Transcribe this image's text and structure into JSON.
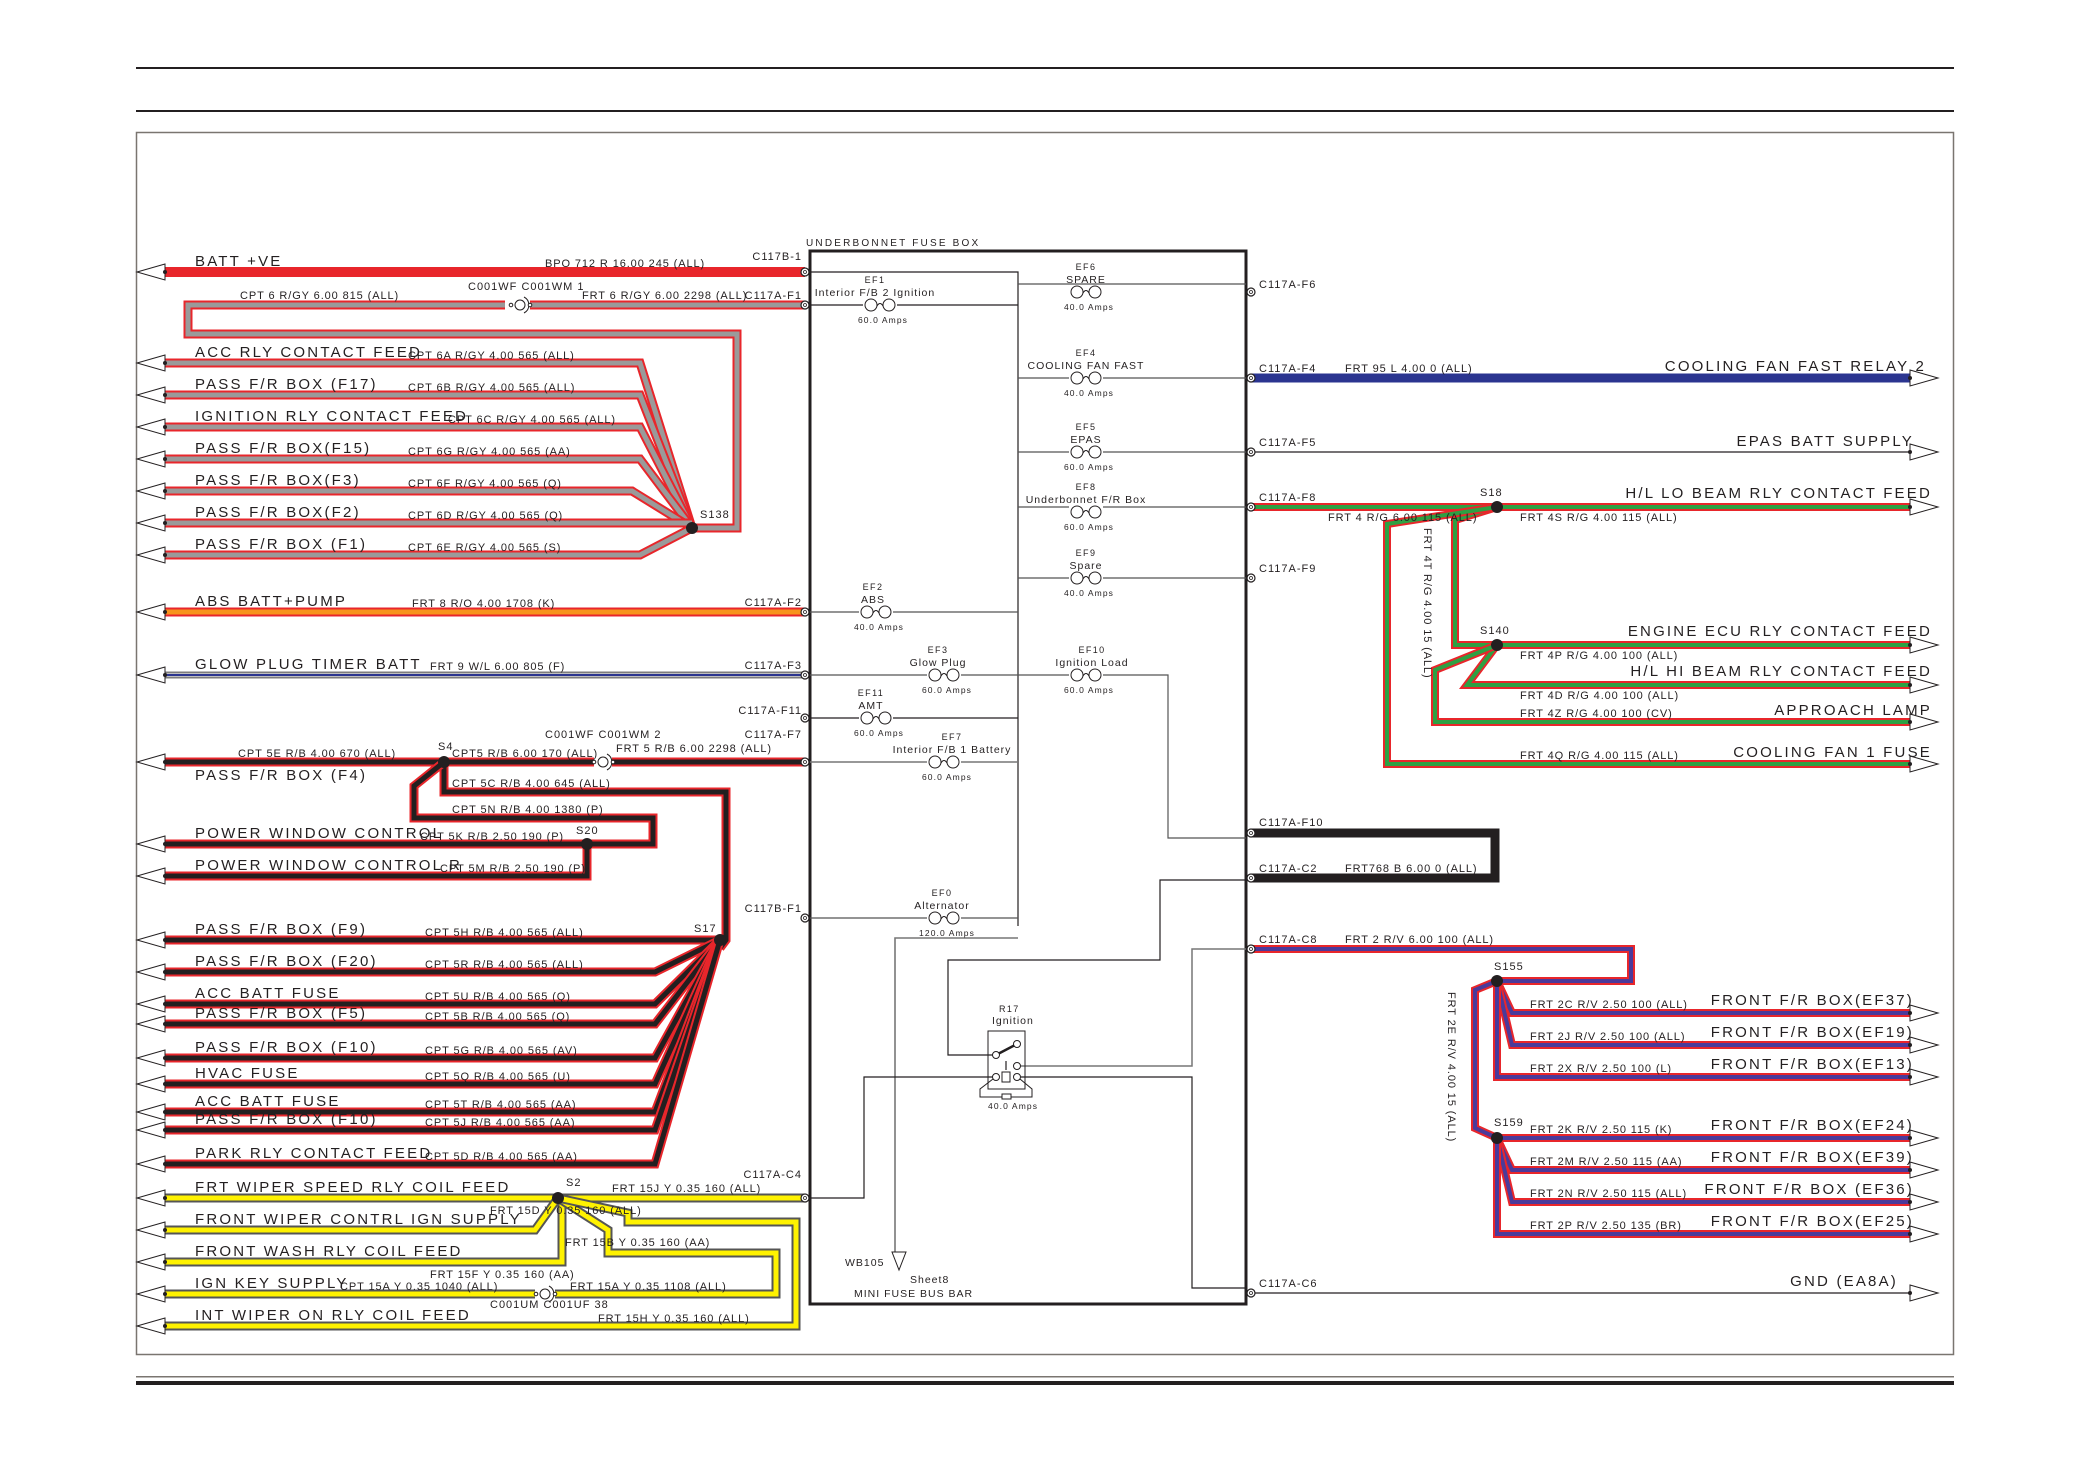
{
  "page": {
    "box_title": "UNDERBONNET FUSE BOX",
    "bus_bar": {
      "ref": "WB105",
      "sheet": "Sheet8",
      "label": "MINI FUSE BUS BAR"
    }
  },
  "colors": {
    "red": "#e8262b",
    "grey": "#9a9a9a",
    "black": "#231f20",
    "blue": "#2b3590",
    "green": "#2ea043",
    "orange": "#f7941d",
    "yellow": "#fff200",
    "violet": "#4b3a9a"
  },
  "fuses": [
    {
      "id": "EF1",
      "name": "Interior F/B 2 Ignition",
      "rating": "60.0 Amps"
    },
    {
      "id": "EF6",
      "name": "SPARE",
      "rating": "40.0 Amps"
    },
    {
      "id": "EF4",
      "name": "COOLING FAN FAST",
      "rating": "40.0 Amps"
    },
    {
      "id": "EF5",
      "name": "EPAS",
      "rating": "60.0 Amps"
    },
    {
      "id": "EF8",
      "name": "Underbonnet F/R Box",
      "rating": "60.0 Amps"
    },
    {
      "id": "EF9",
      "name": "Spare",
      "rating": "40.0 Amps"
    },
    {
      "id": "EF2",
      "name": "ABS",
      "rating": "40.0 Amps"
    },
    {
      "id": "EF3",
      "name": "Glow Plug",
      "rating": "60.0 Amps"
    },
    {
      "id": "EF10",
      "name": "Ignition Load",
      "rating": "60.0 Amps"
    },
    {
      "id": "EF11",
      "name": "AMT",
      "rating": "60.0 Amps"
    },
    {
      "id": "EF7",
      "name": "Interior F/B 1 Battery",
      "rating": "60.0 Amps"
    },
    {
      "id": "EF0",
      "name": "Alternator",
      "rating": "120.0 Amps"
    }
  ],
  "relay": {
    "id": "R17",
    "name": "Ignition",
    "rating": "40.0 Amps"
  },
  "connectors_left": [
    "C117B-1",
    "C117A-F1",
    "C117A-F2",
    "C117A-F3",
    "C117A-F11",
    "C117A-F7",
    "C117B-F1",
    "C117A-C4"
  ],
  "connectors_right": [
    "C117A-F6",
    "C117A-F4",
    "C117A-F5",
    "C117A-F8",
    "C117A-F9",
    "C117A-F10",
    "C117A-C2",
    "C117A-C8",
    "C117A-C6"
  ],
  "inline_connectors": [
    "C001WF C001WM 1",
    "C001WF C001WM 2",
    "C001UM C001UF 38"
  ],
  "splices": [
    "S138",
    "S4",
    "S20",
    "S17",
    "S2",
    "S18",
    "S140",
    "S155",
    "S159"
  ],
  "left_wires": {
    "batt": {
      "dest": "BATT +VE",
      "code": "BPO 712 R 16.00 245 (ALL)"
    },
    "f1_left": {
      "code": "CPT 6 R/GY 6.00 815 (ALL)"
    },
    "f1_right": {
      "code": "FRT 6 R/GY 6.00 2298 (ALL)"
    },
    "s138": [
      {
        "dest": "ACC RLY CONTACT FEED",
        "code": "CPT 6A R/GY 4.00 565 (ALL)"
      },
      {
        "dest": "PASS F/R BOX (F17)",
        "code": "CPT 6B R/GY 4.00 565 (ALL)"
      },
      {
        "dest": "IGNITION RLY CONTACT FEED",
        "code": "CPT 6C R/GY 4.00 565 (ALL)"
      },
      {
        "dest": "PASS F/R BOX(F15)",
        "code": "CPT 6G R/GY 4.00 565 (AA)"
      },
      {
        "dest": "PASS F/R BOX(F3)",
        "code": "CPT 6F R/GY 4.00 565 (Q)"
      },
      {
        "dest": "PASS F/R BOX(F2)",
        "code": "CPT 6D R/GY 4.00 565 (Q)"
      },
      {
        "dest": "PASS F/R BOX (F1)",
        "code": "CPT 6E R/GY 4.00 565 (S)"
      }
    ],
    "abs": {
      "dest": "ABS BATT+PUMP",
      "code": "FRT 8 R/O 4.00 1708 (K)"
    },
    "glow": {
      "dest": "GLOW PLUG TIMER BATT",
      "code": "FRT 9 W/L 6.00 805 (F)"
    },
    "f4": {
      "dest": "PASS F/R BOX (F4)",
      "code": "CPT 5E R/B 4.00 670 (ALL)"
    },
    "s4_c001": {
      "code": "CPT5 R/B 6.00 170 (ALL)"
    },
    "f7_right": {
      "code": "FRT 5 R/B 6.00 2298 (ALL)"
    },
    "s4_5c": {
      "code": "CPT 5C R/B 4.00 645 (ALL)"
    },
    "s4_5n": {
      "code": "CPT 5N R/B 4.00 1380 (P)"
    },
    "pw": [
      {
        "dest": "POWER WINDOW CONTROL",
        "code": "CPT 5K R/B 2.50 190 (P)"
      },
      {
        "dest": "POWER WINDOW CONTROL R",
        "code": "CPT 5M R/B 2.50 190 (P)"
      }
    ],
    "s17": [
      {
        "dest": "PASS F/R BOX (F9)",
        "code": "CPT 5H R/B 4.00 565 (ALL)"
      },
      {
        "dest": "PASS F/R BOX (F20)",
        "code": "CPT 5R R/B 4.00 565 (ALL)"
      },
      {
        "dest": "ACC BATT FUSE",
        "code": "CPT 5U R/B 4.00 565 (Q)"
      },
      {
        "dest": "PASS F/R BOX (F5)",
        "code": "CPT 5B R/B 4.00 565 (Q)"
      },
      {
        "dest": "PASS F/R BOX (F10)",
        "code": "CPT 5G R/B 4.00 565 (AV)"
      },
      {
        "dest": "HVAC FUSE",
        "code": "CPT 5Q R/B 4.00 565 (U)"
      },
      {
        "dest": "ACC BATT FUSE",
        "code": "CPT 5T R/B 4.00 565 (AA)"
      },
      {
        "dest": "PASS F/R BOX (F10)",
        "code": "CPT 5J R/B 4.00 565 (AA)"
      },
      {
        "dest": "PARK RLY CONTACT FEED",
        "code": "CPT 5D R/B 4.00 565 (AA)"
      }
    ],
    "s2": [
      {
        "dest": "FRT WIPER SPEED RLY COIL FEED",
        "code": "FRT 15D Y 0.35 160 (ALL)"
      },
      {
        "dest": "FRONT WIPER CONTRL IGN SUPPLY",
        "code": "FRT 15B Y 0.35 160 (AA)"
      },
      {
        "dest": "FRONT WASH RLY COIL FEED",
        "code": "FRT 15F Y 0.35 160 (AA)"
      },
      {
        "dest": "IGN KEY SUPPLY",
        "code": "CPT 15A Y 0.35 1040 (ALL)"
      },
      {
        "dest": "INT WIPER ON RLY COIL FEED",
        "code": "FRT 15H Y 0.35 160 (ALL)"
      }
    ],
    "s2_c4": {
      "code": "FRT 15J Y 0.35 160 (ALL)"
    },
    "ign_right": {
      "code": "FRT 15A Y 0.35 1108 (ALL)"
    }
  },
  "right_wires": {
    "f4": {
      "dest": "COOLING FAN FAST RELAY 2",
      "code": "FRT 95 L 4.00 0 (ALL)"
    },
    "f5": {
      "dest": "EPAS BATT SUPPLY"
    },
    "f8": {
      "code": "FRT 4 R/G 6.00 115 (ALL)"
    },
    "s18_s140": {
      "code": "FRT 4T R/G 4.00 15 (ALL)"
    },
    "rg": [
      {
        "dest": "H/L LO BEAM RLY CONTACT FEED",
        "code": "FRT  4S R/G 4.00 115 (ALL)"
      },
      {
        "dest": "ENGINE ECU RLY CONTACT FEED",
        "code": "FRT  4P R/G 4.00 100 (ALL)"
      },
      {
        "dest": "H/L HI BEAM RLY CONTACT FEED",
        "code": "FRT  4D R/G 4.00 100 (ALL)"
      },
      {
        "dest": "APPROACH LAMP",
        "code": "FRT  4Z R/G 4.00 100 (CV)"
      },
      {
        "dest": "COOLING FAN 1 FUSE",
        "code": "FRT  4Q R/G 4.00 115 (ALL)"
      }
    ],
    "c2": {
      "code": "FRT768 B 6.00 0 (ALL)"
    },
    "c8": {
      "code": "FRT 2 R/V 6.00 100 (ALL)"
    },
    "s155_s159": {
      "code": "FRT 2E R/V 4.00 15 (ALL)"
    },
    "rv": [
      {
        "dest": "FRONT F/R BOX(EF37)",
        "code": "FRT   2C R/V 2.50 100 (ALL)"
      },
      {
        "dest": "FRONT F/R BOX(EF19)",
        "code": "FRT   2J R/V 2.50 100 (ALL)"
      },
      {
        "dest": "FRONT F/R BOX(EF13)",
        "code": "FRT   2X R/V 2.50 100 (L)"
      },
      {
        "dest": "FRONT F/R BOX(EF24)",
        "code": "FRT   2K R/V 2.50 115 (K)"
      },
      {
        "dest": "FRONT F/R BOX(EF39)",
        "code": "FRT   2M R/V 2.50 115 (AA)"
      },
      {
        "dest": "FRONT F/R BOX (EF36)",
        "code": "FRT   2N R/V 2.50 115 (ALL)"
      },
      {
        "dest": "FRONT F/R BOX(EF25)",
        "code": "FRT   2P R/V 2.50 135 (BR)"
      }
    ],
    "c6": {
      "dest": "GND (EA8A)"
    }
  }
}
